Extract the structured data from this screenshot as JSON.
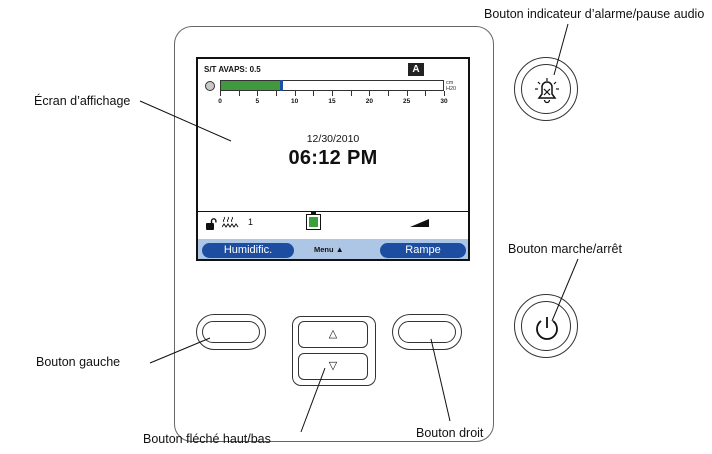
{
  "callouts": {
    "alarm_button": "Bouton indicateur d’alarme/pause audio",
    "display_screen": "Écran d’affichage",
    "power_button": "Bouton marche/arrêt",
    "left_button": "Bouton gauche",
    "updown_button": "Bouton fléché haut/bas",
    "right_button": "Bouton droit"
  },
  "screen": {
    "mode_label": "S/T AVAPS: 0.5",
    "badge": "A",
    "unit_line1": "cm",
    "unit_line2": "H20",
    "pressure_scale": {
      "ticks": [
        "0",
        "5",
        "10",
        "15",
        "20",
        "25",
        "30"
      ],
      "min": 0,
      "max": 30,
      "current_value": 8
    },
    "date": "12/30/2010",
    "time": "06:12 PM",
    "humidifier_level": "1",
    "menu_left": "Humidific.",
    "menu_center": "Menu",
    "menu_right": "Rampe"
  },
  "colors": {
    "bar_fill": "#3f9a3f",
    "bar_marker": "#1f4fa0",
    "menu_bar": "#aec6e6",
    "pill": "#1c4da1",
    "battery": "#3aa13a"
  },
  "icons": {
    "alarm": "bell-alarm-icon",
    "power": "power-icon",
    "lock": "unlock-icon",
    "humidifier": "humidifier-waves-icon",
    "battery": "battery-icon",
    "ramp": "ramp-icon",
    "up": "triangle-up-icon",
    "down": "triangle-down-icon"
  }
}
